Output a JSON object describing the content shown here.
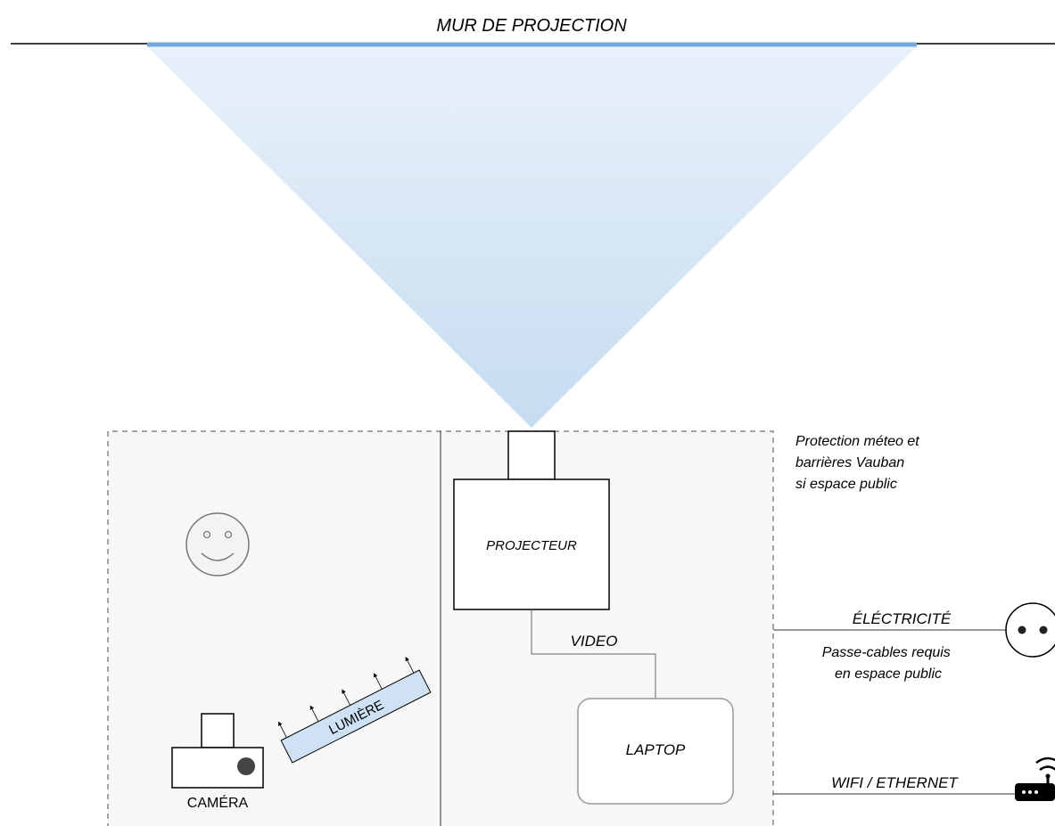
{
  "diagram": {
    "wall_label": "MUR DE PROJECTION",
    "projector_label": "PROJECTEUR",
    "video_label": "VIDEO",
    "laptop_label": "LAPTOP",
    "camera_label": "CAMÉRA",
    "light_label": "LUMIÈRE",
    "weather_note": [
      "Protection méteo et",
      "barrières Vauban",
      "si espace public"
    ],
    "electricity_label": "ÉLÉCTRICITÉ",
    "cable_note": [
      "Passe-cables requis",
      "en espace public"
    ],
    "network_label": "WIFI / ETHERNET",
    "icons": {
      "person": "smiley-face-icon",
      "outlet": "power-outlet-icon",
      "router": "wifi-router-icon",
      "camera": "camera-icon"
    },
    "colors": {
      "wall_line": "#6fa8dc",
      "beam_top": "#e8f1fa",
      "beam_bottom": "#c6dcf0",
      "light_panel": "#cfe2f3",
      "zone_fill": "#f7f7f7",
      "zone_border": "#888888"
    }
  }
}
